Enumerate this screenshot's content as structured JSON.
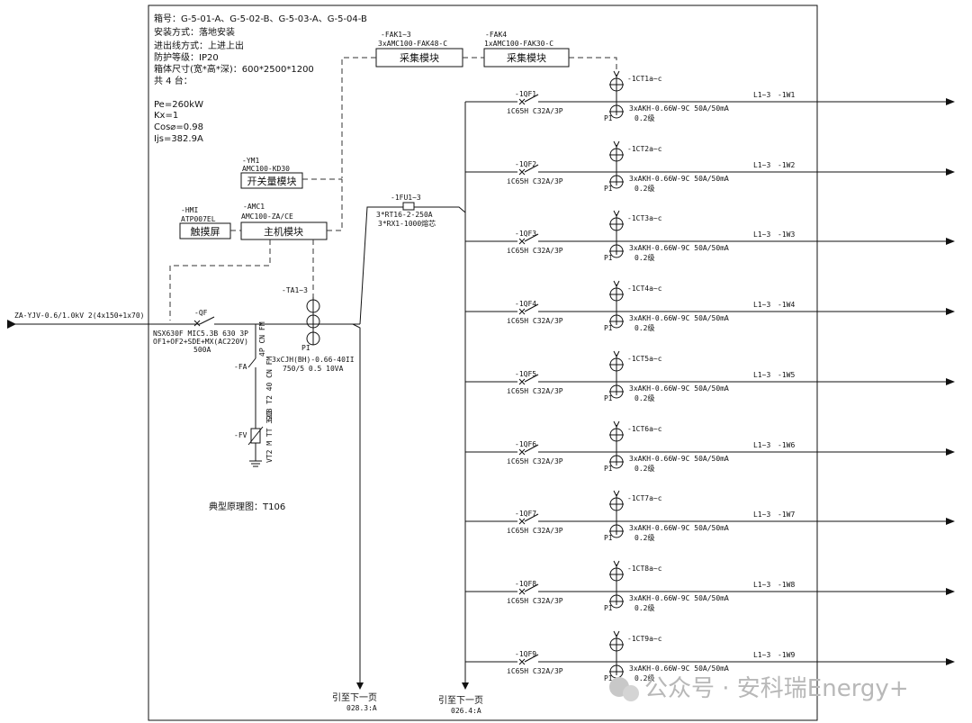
{
  "info": {
    "lines": [
      "箱号：G-5-01-A、G-5-02-B、G-5-03-A、G-5-04-B",
      "安装方式：落地安装",
      "进出线方式：上进上出",
      "防护等级：IP20",
      "箱体尺寸(宽*高*深)：600*2500*1200",
      "共 4 台："
    ],
    "calc": [
      "Pe=260kW",
      "Kx=1",
      "Cos⌀=0.98",
      "Ijs=382.9A"
    ]
  },
  "modules": {
    "fak1_tag": "-FAK1~3",
    "fak1_model": "3xAMC100-FAK48-C",
    "fak1_label": "采集模块",
    "fak4_tag": "-FAK4",
    "fak4_model": "1xAMC100-FAK30-C",
    "fak4_label": "采集模块",
    "ym_tag": "-YM1",
    "ym_model": "AMC100-KD30",
    "ym_label": "开关量模块",
    "hmi_tag": "-HMI",
    "hmi_model": "ATP007EL",
    "hmi_label": "触摸屏",
    "amc_tag": "-AMC1",
    "amc_model": "AMC100-ZA/CE",
    "amc_label": "主机模块"
  },
  "incoming": {
    "cable": "ZA-YJV-0.6/1.0kV 2(4x150+1x70)",
    "qf_tag": "-QF",
    "qf_line1": "NSX630F MIC5.3B 630 3P",
    "qf_line2": "OF1+OF2+SDE+MX(AC220V)",
    "qf_line3": "500A",
    "qf_vertical": "4P CN FM",
    "ta_tag": "-TA1~3",
    "ta_pi": "PI",
    "ta_line1": "3xCJH(BH)-0.66-40II",
    "ta_line2": "750/5 0.5 10VA",
    "fa_tag": "-FA",
    "fa_vertical": "SCB T2 40 CN FM",
    "fv_tag": "-FV",
    "fv_vertical": "VT2 M TT 320"
  },
  "fuse": {
    "tag": "-1FU1~3",
    "line1": "3*RT16-2-250A",
    "line2": "3*RX1-1000熔芯"
  },
  "footer": {
    "typical": "典型原理图：T106",
    "left_ref1": "引至下一页",
    "left_ref2": "028.3:A",
    "right_ref1": "引至下一页",
    "right_ref2": "026.4:A"
  },
  "branches": [
    {
      "qf": "-1QF1",
      "breaker": "iC65H C32A/3P",
      "ct": "-1CT1a~c",
      "pi": "PI",
      "meter": "3xAKH-0.66W-9C 50A/50mA",
      "grade": "0.2级",
      "phases": "L1~3",
      "wire": "-1W1"
    },
    {
      "qf": "-1QF2",
      "breaker": "iC65H C32A/3P",
      "ct": "-1CT2a~c",
      "pi": "PI",
      "meter": "3xAKH-0.66W-9C 50A/50mA",
      "grade": "0.2级",
      "phases": "L1~3",
      "wire": "-1W2"
    },
    {
      "qf": "-1QF3",
      "breaker": "iC65H C32A/3P",
      "ct": "-1CT3a~c",
      "pi": "PI",
      "meter": "3xAKH-0.66W-9C 50A/50mA",
      "grade": "0.2级",
      "phases": "L1~3",
      "wire": "-1W3"
    },
    {
      "qf": "-1QF4",
      "breaker": "iC65H C32A/3P",
      "ct": "-1CT4a~c",
      "pi": "PI",
      "meter": "3xAKH-0.66W-9C 50A/50mA",
      "grade": "0.2级",
      "phases": "L1~3",
      "wire": "-1W4"
    },
    {
      "qf": "-1QF5",
      "breaker": "iC65H C32A/3P",
      "ct": "-1CT5a~c",
      "pi": "PI",
      "meter": "3xAKH-0.66W-9C 50A/50mA",
      "grade": "0.2级",
      "phases": "L1~3",
      "wire": "-1W5"
    },
    {
      "qf": "-1QF6",
      "breaker": "iC65H C32A/3P",
      "ct": "-1CT6a~c",
      "pi": "PI",
      "meter": "3xAKH-0.66W-9C 50A/50mA",
      "grade": "0.2级",
      "phases": "L1~3",
      "wire": "-1W6"
    },
    {
      "qf": "-1QF7",
      "breaker": "iC65H C32A/3P",
      "ct": "-1CT7a~c",
      "pi": "PI",
      "meter": "3xAKH-0.66W-9C 50A/50mA",
      "grade": "0.2级",
      "phases": "L1~3",
      "wire": "-1W7"
    },
    {
      "qf": "-1QF8",
      "breaker": "iC65H C32A/3P",
      "ct": "-1CT8a~c",
      "pi": "PI",
      "meter": "3xAKH-0.66W-9C 50A/50mA",
      "grade": "0.2级",
      "phases": "L1~3",
      "wire": "-1W8"
    },
    {
      "qf": "-1QF9",
      "breaker": "iC65H C32A/3P",
      "ct": "-1CT9a~c",
      "pi": "PI",
      "meter": "3xAKH-0.66W-9C 50A/50mA",
      "grade": "0.2级",
      "phases": "L1~3",
      "wire": "-1W9"
    }
  ],
  "watermark": "公众号 · 安科瑞Energy+"
}
